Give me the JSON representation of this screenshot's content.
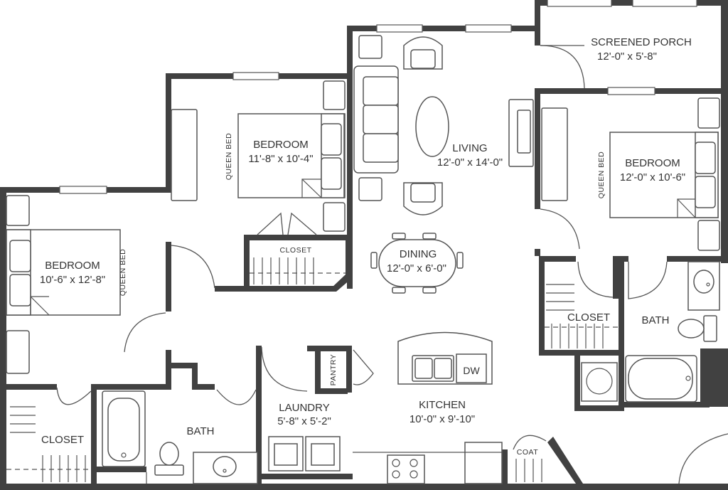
{
  "rooms": {
    "screened_porch": {
      "name": "SCREENED PORCH",
      "size": "12'-0\" x 5'-8\""
    },
    "living": {
      "name": "LIVING",
      "size": "12'-0\" x 14'-0\""
    },
    "bedroom_center": {
      "name": "BEDROOM",
      "size": "11'-8\" x 10'-4\"",
      "bed": "QUEEN BED"
    },
    "bedroom_right": {
      "name": "BEDROOM",
      "size": "12'-0\" x 10'-6\"",
      "bed": "QUEEN BED"
    },
    "bedroom_left": {
      "name": "BEDROOM",
      "size": "10'-6\" x 12'-8\"",
      "bed": "QUEEN BED"
    },
    "dining": {
      "name": "DINING",
      "size": "12'-0\" x 6'-0\""
    },
    "kitchen": {
      "name": "KITCHEN",
      "size": "10'-0\" x 9'-10\"",
      "dishwasher": "DW"
    },
    "laundry": {
      "name": "LAUNDRY",
      "size": "5'-8\" x 5'-2\""
    },
    "pantry": {
      "name": "PANTRY"
    },
    "coat": {
      "name": "COAT"
    },
    "closet_center": {
      "name": "CLOSET"
    },
    "closet_right": {
      "name": "CLOSET"
    },
    "closet_left": {
      "name": "CLOSET"
    },
    "bath_right": {
      "name": "BATH"
    },
    "bath_left": {
      "name": "BATH"
    }
  }
}
